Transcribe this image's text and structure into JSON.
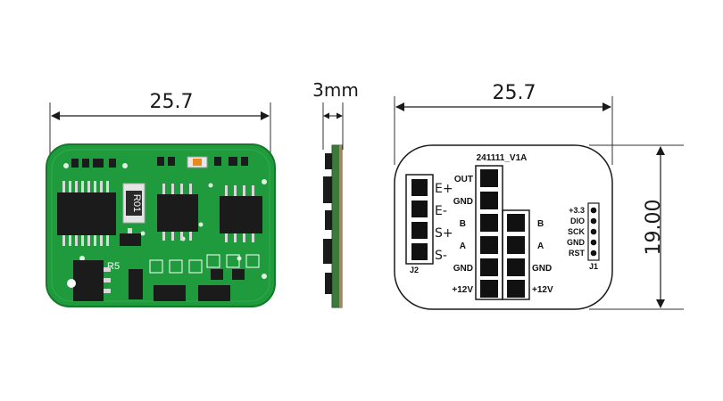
{
  "photo": {
    "width_label": "25.7",
    "silkscreen_r5": "R5",
    "shunt_marking": "R01",
    "colors": {
      "board": "#1f9a3c",
      "board_edge": "#137a2a",
      "ic": "#1b1b1b",
      "pad": "#d9d9d9"
    }
  },
  "side_view": {
    "thickness_label": "3mm"
  },
  "drawing": {
    "width_label": "25.7",
    "height_label": "19.00",
    "board_id": "241111_V1A",
    "left_connector": {
      "name": "J2",
      "pins": [
        "E+",
        "E-",
        "S+",
        "S-"
      ]
    },
    "middle_connector_labels": [
      "OUT",
      "GND",
      "B",
      "A",
      "GND",
      "+12V"
    ],
    "right_connector_labels": [
      "B",
      "A",
      "GND",
      "+12V"
    ],
    "header": {
      "name": "J1",
      "pins": [
        "+3.3",
        "DIO",
        "SCK",
        "GND",
        "RST"
      ]
    }
  }
}
